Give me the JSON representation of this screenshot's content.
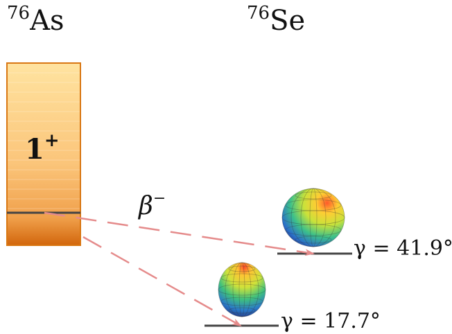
{
  "parent": {
    "mass_number": "76",
    "symbol": "As",
    "spin_parity": "1",
    "spin_sign": "+"
  },
  "daughter": {
    "mass_number": "76",
    "symbol": "Se"
  },
  "decay": {
    "symbol": "β",
    "sign": "−"
  },
  "states": [
    {
      "gamma_label": "γ = 41.9°"
    },
    {
      "gamma_label": "γ = 17.7°"
    }
  ],
  "colors": {
    "box_top": "#ffe3a0",
    "box_bottom": "#d2660c",
    "box_border": "#d97712",
    "level_line": "#444444",
    "arrow": "#e58b8b"
  }
}
